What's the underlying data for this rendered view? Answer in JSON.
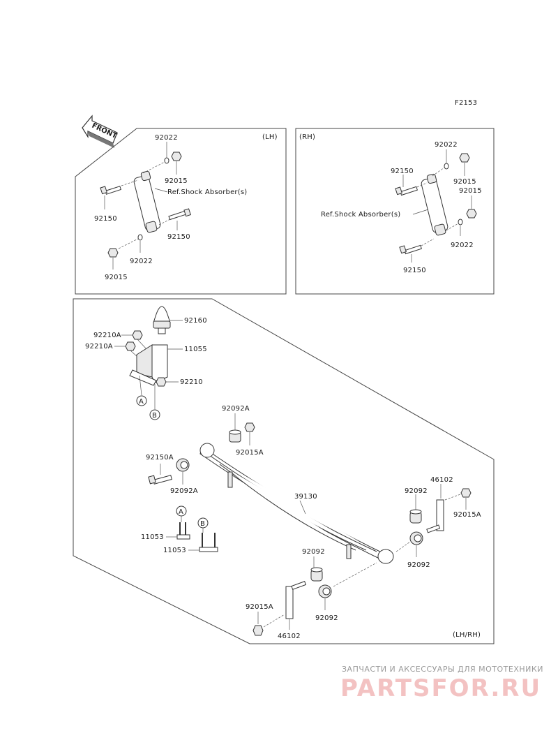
{
  "figure_code": "F2153",
  "front_label": "FRONT",
  "panels": {
    "lh": {
      "side_label": "(LH)",
      "ref_label": "Ref.Shock Absorber(s)",
      "parts": [
        "92022",
        "92015",
        "92150",
        "92150",
        "92022",
        "92015"
      ]
    },
    "rh": {
      "side_label": "(RH)",
      "ref_label": "Ref.Shock Absorber(s)",
      "parts": [
        "92022",
        "92150",
        "92015",
        "92015",
        "92022",
        "92150"
      ]
    },
    "main": {
      "side_label": "(LH/RH)",
      "parts": [
        "92160",
        "92210A",
        "92210A",
        "11055",
        "92210",
        "92092A",
        "92015A",
        "92150A",
        "92092A",
        "39130",
        "46102",
        "92092",
        "92015A",
        "92092",
        "11053",
        "11053",
        "92092",
        "92092",
        "92015A",
        "46102"
      ],
      "markers": [
        "A",
        "B",
        "A",
        "B"
      ]
    }
  },
  "watermark": {
    "top": "ЗАПЧАСТИ И АКСЕССУАРЫ ДЛЯ МОТОТЕХНИКИ",
    "main": "PARTSFOR.RU"
  }
}
